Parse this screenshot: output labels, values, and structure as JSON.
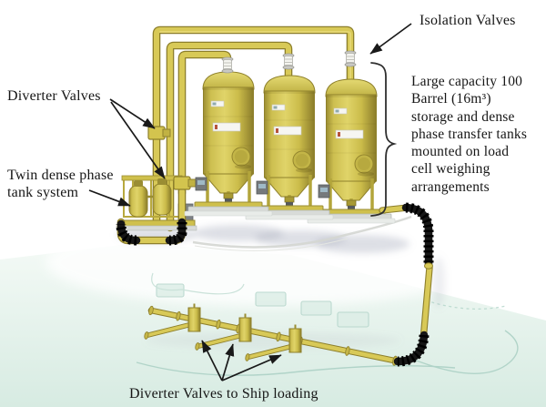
{
  "colors": {
    "pipe_yellow": "#d2c24d",
    "tank_yellow": "#d6c856",
    "hose_black": "#191919",
    "deck_mint": "#dcefe8",
    "text": "#161616"
  },
  "labels": {
    "isolation_valves": "Isolation Valves",
    "diverter_valves": "Diverter Valves",
    "twin_tank_line1": "Twin dense phase",
    "twin_tank_line2": "tank system",
    "storage_note_lines": [
      "Large capacity 100",
      "Barrel (16m³)",
      "storage and dense",
      "phase transfer tanks",
      "mounted on load",
      "cell weighing",
      "arrangements"
    ],
    "ship_loading": "Diverter Valves to Ship loading"
  }
}
